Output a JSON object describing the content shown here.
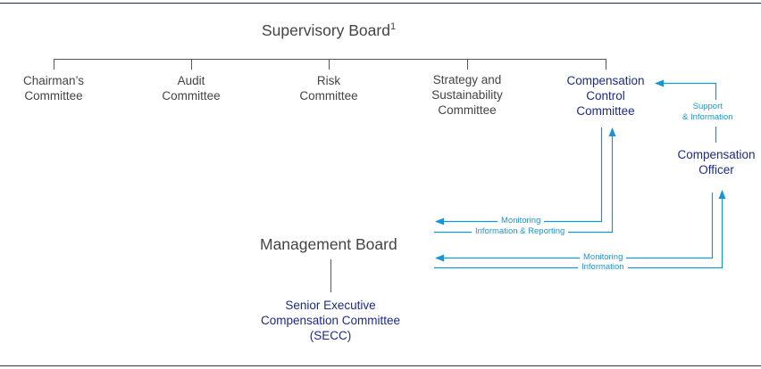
{
  "colors": {
    "top_rule": "#0f2a5c",
    "gray_text": "#444444",
    "navy_text": "#1b2a8c",
    "arrow_blue": "#1a95d4",
    "connector_gray": "#555555"
  },
  "supervisory_board": {
    "title": "Supervisory Board",
    "footnote": "1"
  },
  "committees": [
    {
      "line1": "Chairman’s",
      "line2": "Committee"
    },
    {
      "line1": "Audit",
      "line2": "Committee"
    },
    {
      "line1": "Risk",
      "line2": "Committee"
    },
    {
      "line1": "Strategy and",
      "line2": "Sustainability",
      "line3": "Committee"
    },
    {
      "line1": "Compensation",
      "line2": "Control",
      "line3": "Committee"
    }
  ],
  "compensation_officer": {
    "line1": "Compensation",
    "line2": "Officer"
  },
  "management_board": {
    "title": "Management Board"
  },
  "secc": {
    "line1": "Senior Executive",
    "line2": "Compensation Committee",
    "line3": "(SECC)"
  },
  "flow_labels": {
    "support_information": {
      "line1": "Support",
      "line2": "& Information"
    },
    "ccc_monitoring": "Monitoring",
    "ccc_info_reporting": "Information & Reporting",
    "officer_monitoring": "Monitoring",
    "officer_information": "Information"
  }
}
